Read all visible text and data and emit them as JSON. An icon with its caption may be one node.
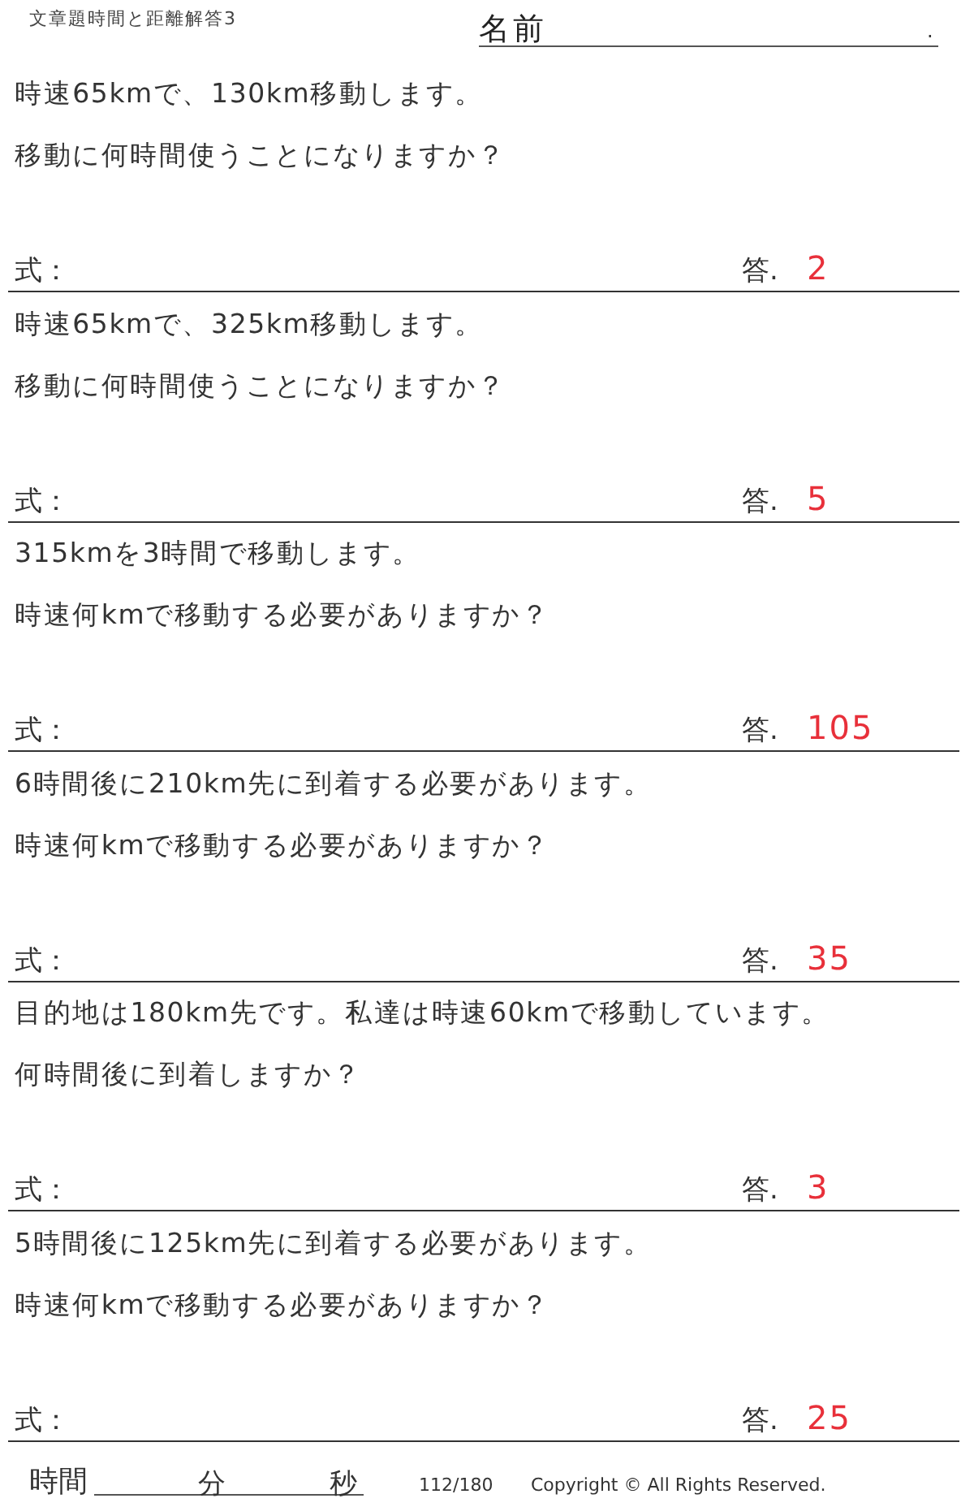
{
  "diagram": {
    "title": "文章題時間と距離解答3",
    "labels": [
      "名前",
      ".",
      "時速65kmで、130km移動します。",
      "移動に何時間使うことになりますか？",
      "式：",
      "答.",
      "2",
      "時速65kmで、325km移動します。",
      "移動に何時間使うことになりますか？",
      "式：",
      "答.",
      "5",
      "315kmを3時間で移動します。",
      "時速何kmで移動する必要がありますか？",
      "式：",
      "答.",
      "105",
      "6時間後に210km先に到着する必要があります。",
      "時速何kmで移動する必要がありますか？",
      "式：",
      "答.",
      "35",
      "目的地は180km先です。私達は時速60kmで移動しています。",
      "何時間後に到着しますか？",
      "式：",
      "答.",
      "3",
      "5時間後に125km先に到着する必要があります。",
      "時速何kmで移動する必要がありますか？",
      "式：",
      "答.",
      "25",
      "時間",
      "分",
      "秒",
      "112/180",
      "Copyright © All Rights Reserved."
    ]
  }
}
